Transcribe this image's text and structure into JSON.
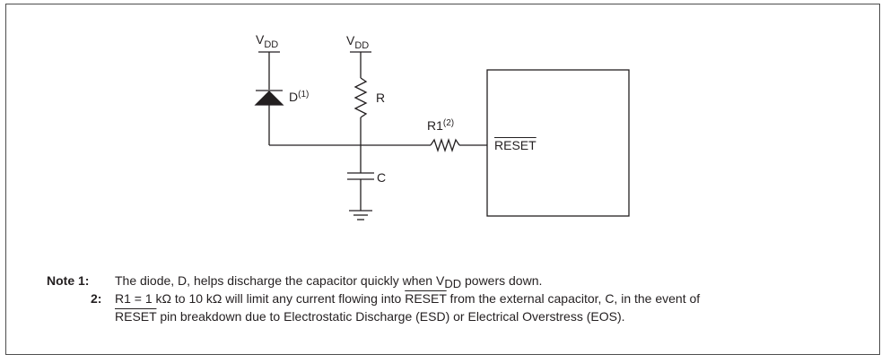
{
  "circuit": {
    "vdd_left": {
      "main": "V",
      "sub": "DD"
    },
    "vdd_right": {
      "main": "V",
      "sub": "DD"
    },
    "diode": {
      "main": "D",
      "sup": "(1)"
    },
    "resistor_r": "R",
    "resistor_r1": {
      "main": "R1",
      "sup": "(2)"
    },
    "capacitor_c": "C",
    "reset_pin": "RESET"
  },
  "notes": {
    "note1": {
      "num": "Note 1:",
      "before": "The diode, D, helps discharge the capacitor quickly when V",
      "sub": "DD",
      "after": " powers down."
    },
    "note2": {
      "num": "2:",
      "line1_before": "R1 = 1 kΩ to 10 kΩ will limit any current flowing into ",
      "line1_overline": "RESET",
      "line1_after": " from the external capacitor, C, in the event of",
      "line2_overline": "RESET",
      "line2_after": " pin breakdown due to Electrostatic Discharge (ESD) or Electrical Overstress (EOS)."
    }
  }
}
